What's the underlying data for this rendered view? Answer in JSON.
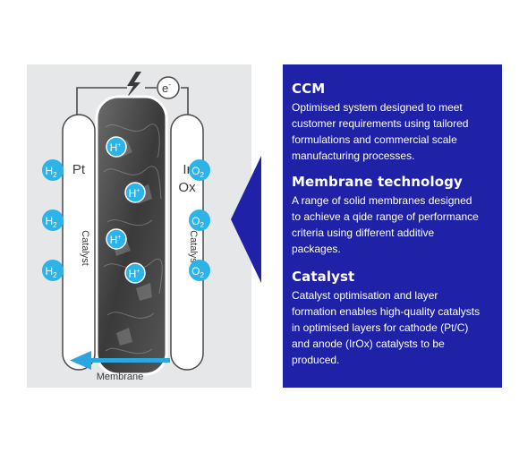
{
  "diagram": {
    "cathode_label": "Pt",
    "anode_label_line1": "Ir",
    "anode_label_line2": "Ox",
    "catalyst_label": "Catalyst",
    "electron_label": "e",
    "electron_sup": "-",
    "proton_label": "H",
    "proton_sup": "+",
    "hydrogen_label": "H",
    "hydrogen_sub": "2",
    "oxygen_label": "O",
    "oxygen_sub": "2",
    "membrane_label": "Membrane",
    "colors": {
      "background": "#e6e7e8",
      "bubble": "#2cb4e8",
      "arrow": "#2aa7de",
      "text": "#3c3c3c"
    }
  },
  "panel": {
    "background": "#1f22a7",
    "sections": [
      {
        "title": "CCM",
        "lines": [
          "Optimised system designed to meet",
          "customer requirements using tailored",
          "formulations and commercial scale",
          "manufacturing processes."
        ]
      },
      {
        "title": "Membrane technology",
        "lines": [
          "A range of solid membranes designed",
          "to achieve a qide range of performance",
          "criteria using different additive",
          "packages."
        ]
      },
      {
        "title": "Catalyst",
        "lines": [
          "Catalyst optimisation and layer",
          "formation enables high-quality catalysts",
          "in optimised layers for cathode (Pt/C)",
          "and anode (IrOx) catalysts to be",
          "produced."
        ]
      }
    ]
  }
}
